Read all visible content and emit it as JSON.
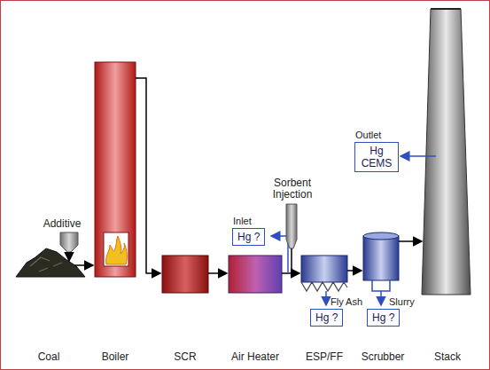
{
  "diagram": {
    "nodes": [
      {
        "text": [
          "Outlet",
          "Hg CEMS"
        ]
      },
      {
        "text": [
          "Inlet",
          "Hg ?"
        ]
      },
      {
        "text": [
          "Fly Ash",
          "Hg ?"
        ]
      },
      {
        "text": [
          "Slurry",
          "Hg ?"
        ]
      }
    ],
    "labels": [
      "Additive",
      "Sorbent Injection",
      "Coal",
      "Boiler",
      "SCR",
      "Air Heater",
      "ESP/FF",
      "Scrubber",
      "Stack"
    ]
  }
}
